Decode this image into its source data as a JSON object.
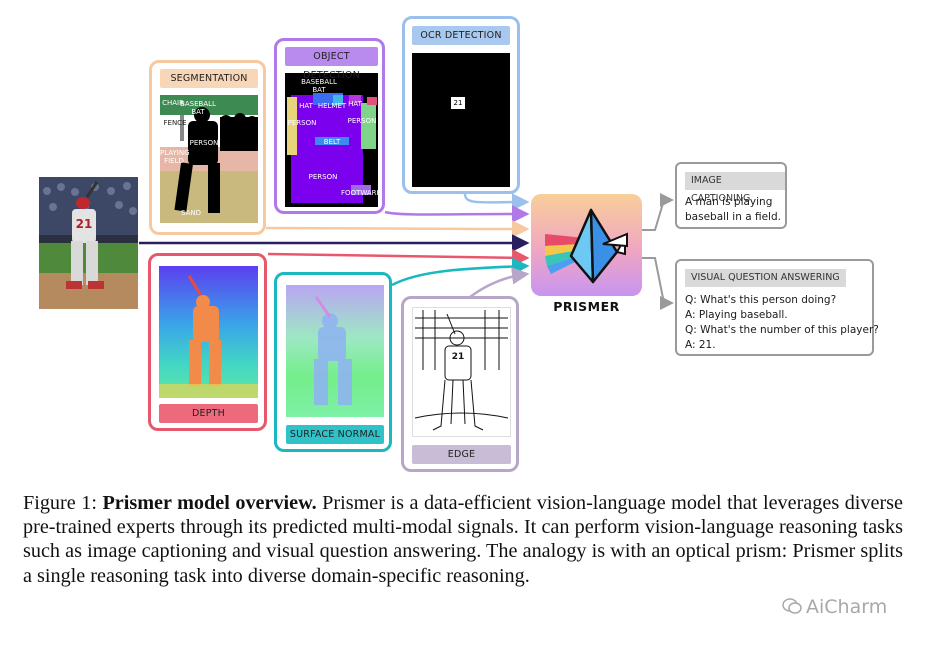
{
  "experts": {
    "segmentation": {
      "title": "SEGMENTATION",
      "labels": {
        "chair": "CHAIR",
        "baseball_bat": "BASEBALL BAT",
        "fence": "FENCE",
        "person": "PERSON",
        "playing_field": "PLAYING FIELD",
        "sand": "SAND"
      }
    },
    "object_detection": {
      "title": "OBJECT DETECTION",
      "labels": {
        "baseball_bat": "BASEBALL BAT",
        "hat_left": "HAT",
        "helmet": "HELMET",
        "hat_right": "HAT",
        "person_left": "PERSON",
        "person_right": "PERSON",
        "belt": "BELT",
        "person_center": "PERSON",
        "footware": "FOOTWARE"
      }
    },
    "ocr_detection": {
      "title": "OCR DETECTION",
      "box_text": "21"
    },
    "depth": {
      "title": "DEPTH"
    },
    "surface_normal": {
      "title": "SURFACE NORMAL"
    },
    "edge": {
      "title": "EDGE"
    }
  },
  "input_image": {
    "jersey_number": "21"
  },
  "model": {
    "name": "PRISMER"
  },
  "outputs": {
    "captioning": {
      "title": "IMAGE CAPTIONING",
      "lines": [
        "A man is playing",
        "baseball in a field."
      ]
    },
    "vqa": {
      "title": "VISUAL QUESTION ANSWERING",
      "lines": [
        "Q: What's this person doing?",
        "A: Playing baseball.",
        "Q: What's the number of this player?",
        "A: 21."
      ]
    }
  },
  "caption": {
    "prefix": "Figure 1: ",
    "bold": "Prismer model overview.",
    "body": " Prismer is a data-efficient vision-language model that leverages diverse pre-trained experts through its predicted multi-modal signals. It can perform vision-language reasoning tasks such as image captioning and visual question answering. The analogy is with an optical prism: Prismer splits a single reasoning task into diverse domain-specific reasoning."
  },
  "watermark": "AiCharm",
  "colors": {
    "segmentation": "#f6c9a0",
    "object_detection": "#b179e8",
    "ocr_detection": "#9cc0ec",
    "depth": "#e7586d",
    "surface_normal": "#1bb8c0",
    "edge": "#b6a6c8",
    "input_arrow": "#2a1f5e"
  }
}
